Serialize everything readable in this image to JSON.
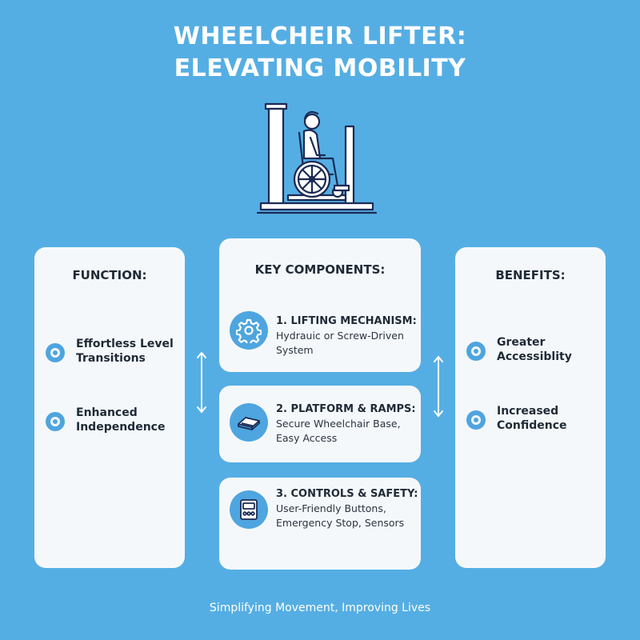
{
  "title": {
    "line1": "WHEELCHEIR LIFTER:",
    "line2": "ELEVATING MOBILITY"
  },
  "hero": {
    "icon": "wheelchair-lift-icon"
  },
  "function": {
    "heading": "FUNCTION:",
    "items": [
      "Effortless Level Transitions",
      "Enhanced Independence"
    ]
  },
  "components": {
    "heading": "KEY COMPONENTS:",
    "items": [
      {
        "name": "1. LIFTING MECHANISM:",
        "description": "Hydrauic or Screw-Driven System",
        "icon": "gear-icon"
      },
      {
        "name": "2. PLATFORM & RAMPS:",
        "description": "Secure Wheelchair Base, Easy Access",
        "icon": "platform-icon"
      },
      {
        "name": "3. CONTROLS & SAFETY:",
        "description": "User-Friendly Buttons, Emergency Stop, Sensors",
        "icon": "control-panel-icon"
      }
    ]
  },
  "benefits": {
    "heading": "BENEFITS:",
    "items": [
      "Greater Accessiblity",
      "Increased Confidence"
    ]
  },
  "footer": "Simplifying Movement, Improving Lives",
  "colors": {
    "background": "#55aee3",
    "accent": "#4ea5df",
    "panel": "#f5f8fb",
    "text": "#1f2a36"
  }
}
